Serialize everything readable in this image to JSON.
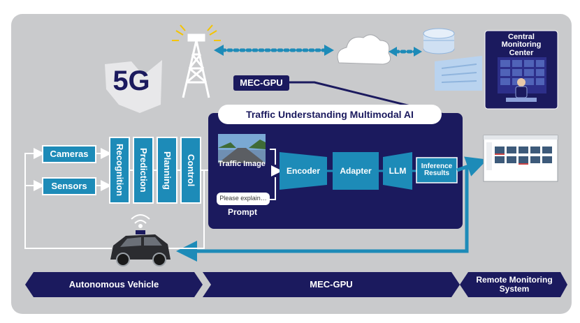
{
  "network": {
    "label_5g": "5G",
    "mec_gpu_tag": "MEC-GPU"
  },
  "central": {
    "title": "Central Monitoring Center"
  },
  "ai_panel": {
    "title": "Traffic Understanding Multimodal AI",
    "traffic_image_label": "Traffic Image",
    "prompt_placeholder": "Please explain…",
    "prompt_label": "Prompt",
    "blocks": [
      "Encoder",
      "Adapter",
      "LLM",
      "Inference Results"
    ]
  },
  "inputs": [
    "Cameras",
    "Sensors"
  ],
  "stages": [
    "Recognition",
    "Prediction",
    "Planning",
    "Control"
  ],
  "bottom_bar": [
    "Autonomous Vehicle",
    "MEC-GPU",
    "Remote Monitoring System"
  ],
  "colors": {
    "navy": "#1b1a5e",
    "teal": "#1d8bb8",
    "panel_gray": "#c9cacc"
  }
}
